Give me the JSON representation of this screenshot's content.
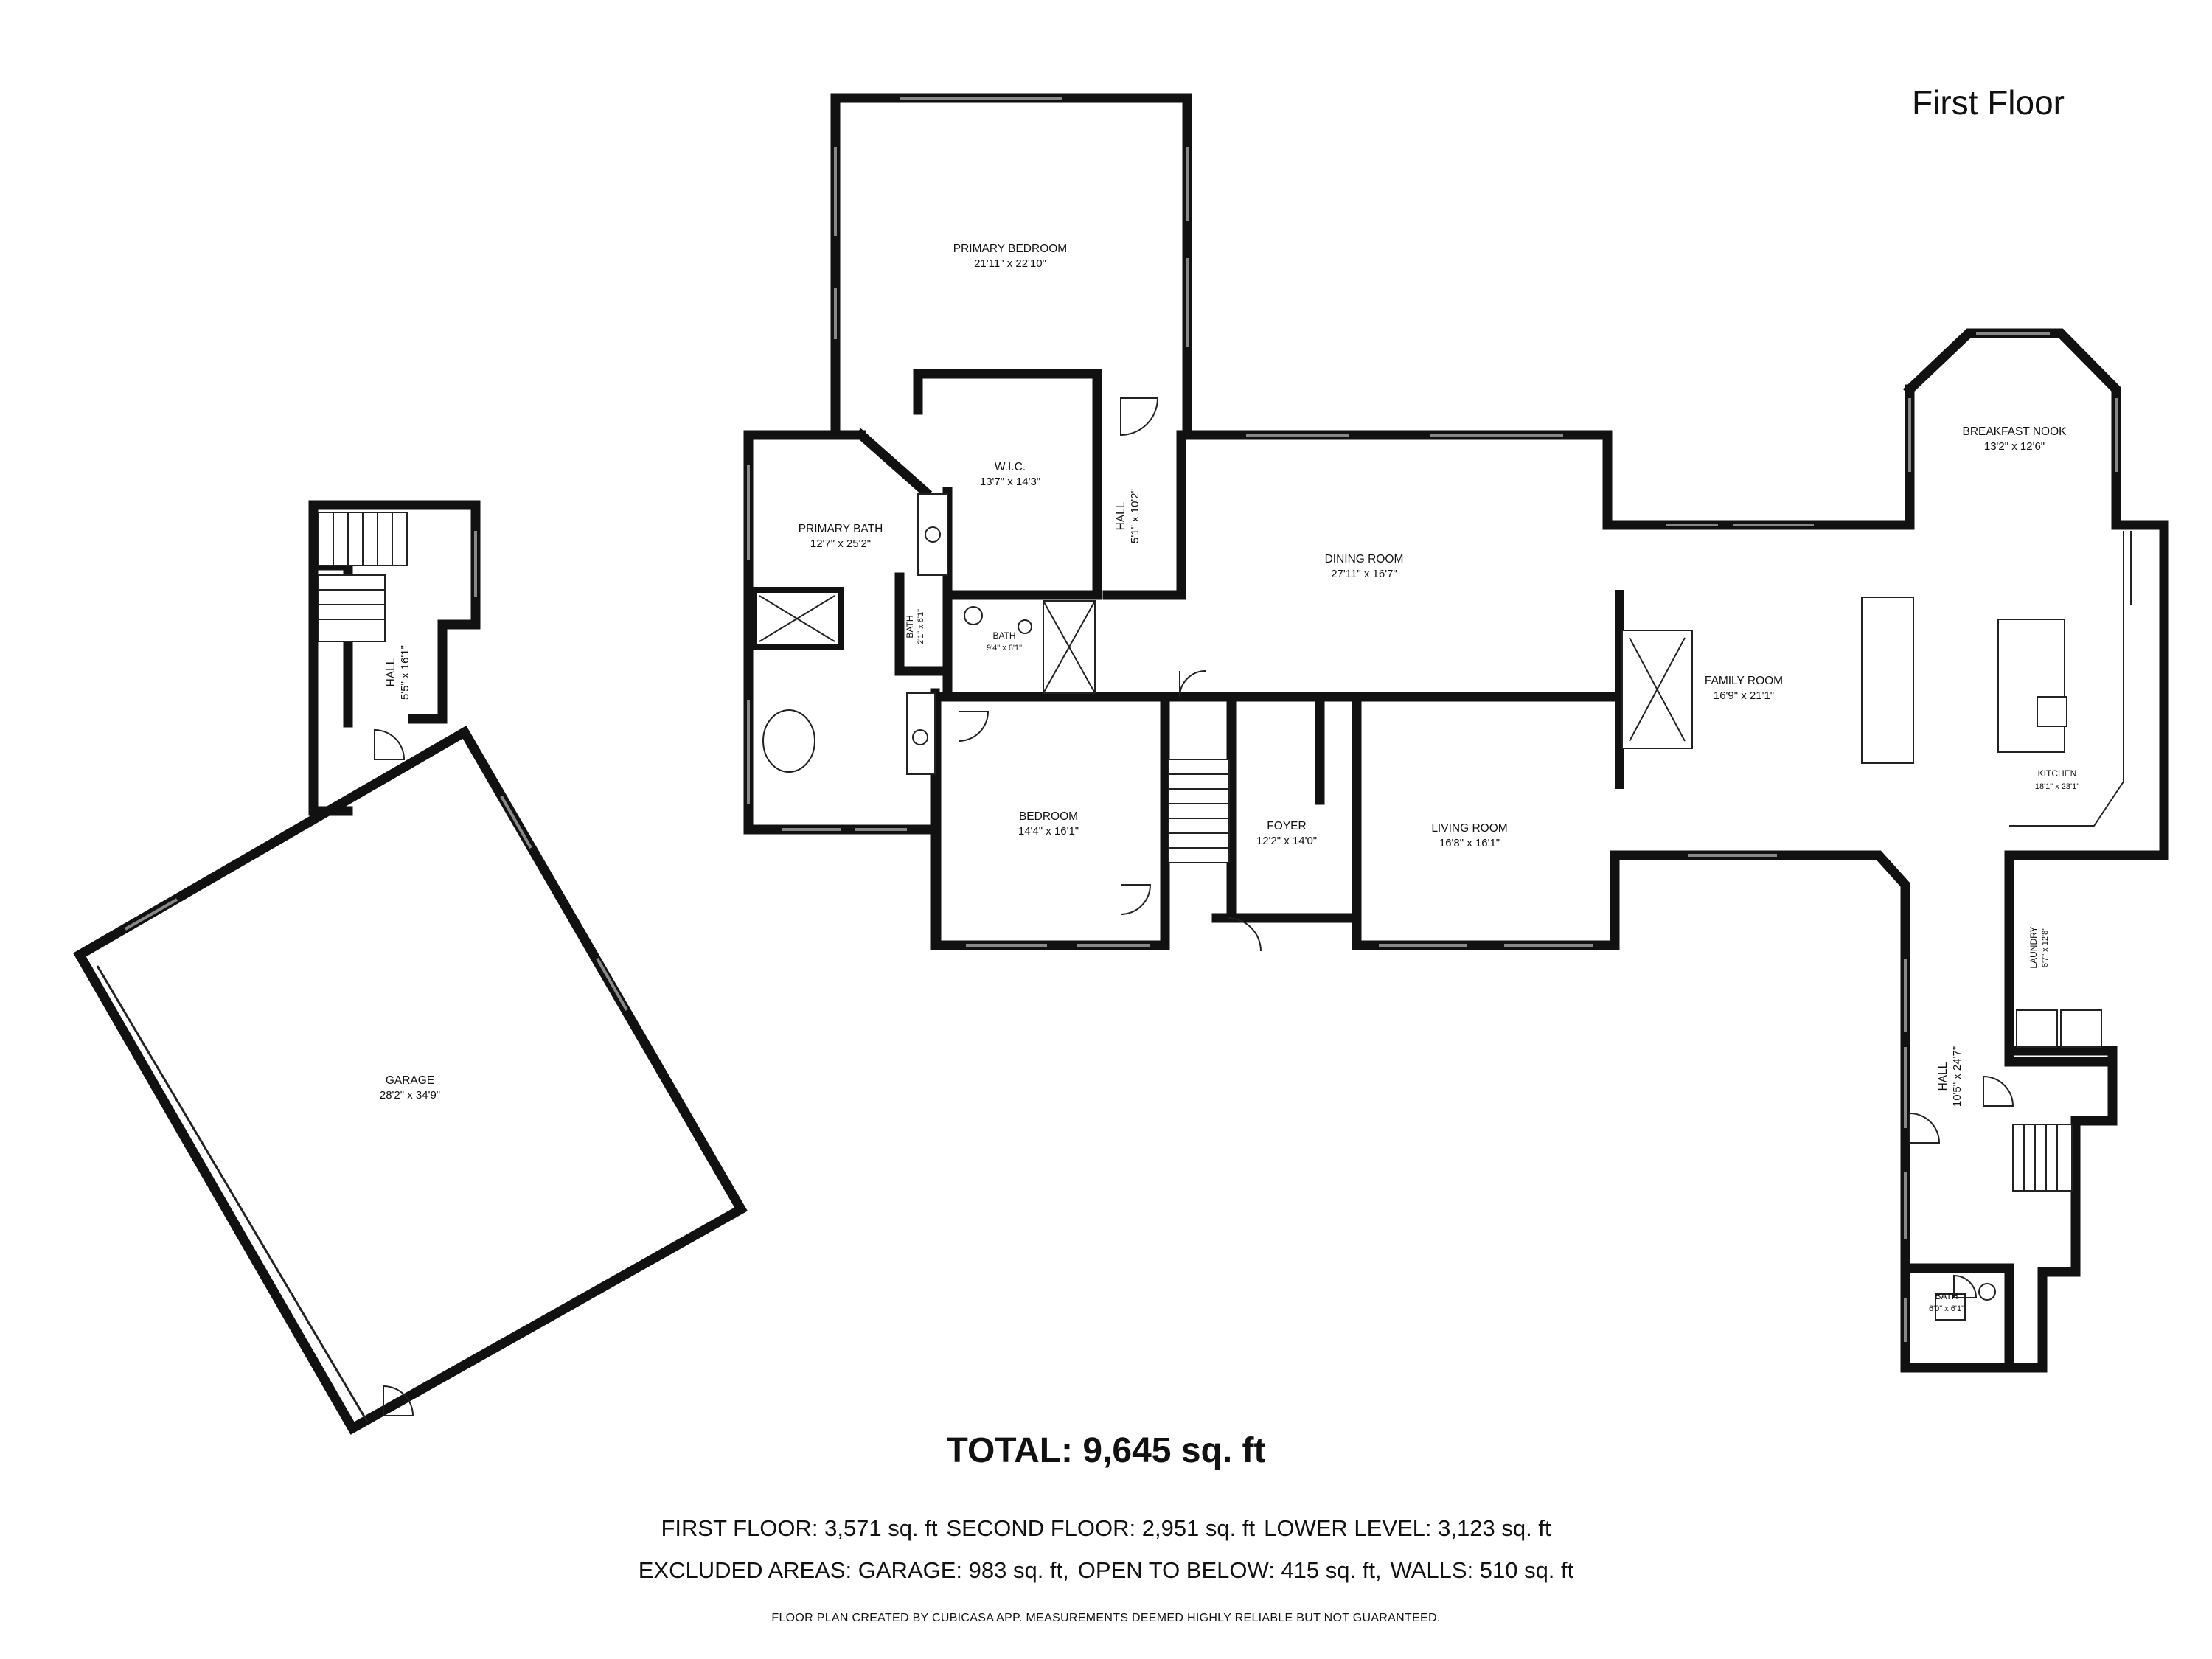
{
  "title": "First Floor",
  "total": "TOTAL: 9,645 sq. ft",
  "area_lines": [
    [
      "FIRST FLOOR: 3,571 sq. ft",
      "SECOND FLOOR: 2,951 sq. ft",
      "LOWER LEVEL: 3,123 sq. ft"
    ],
    [
      "EXCLUDED AREAS: GARAGE: 983 sq. ft,",
      "OPEN TO BELOW: 415 sq. ft,",
      "WALLS: 510 sq. ft"
    ]
  ],
  "disclaimer": "FLOOR PLAN CREATED BY CUBICASA APP. MEASUREMENTS DEEMED HIGHLY RELIABLE BUT NOT GUARANTEED.",
  "rooms": {
    "primary_bedroom": {
      "name": "PRIMARY BEDROOM",
      "dim": "21'11\" x 22'10\""
    },
    "wic": {
      "name": "W.I.C.",
      "dim": "13'7\" x 14'3\""
    },
    "hall_upper": {
      "name": "HALL",
      "dim": "5'1\" x 10'2\""
    },
    "primary_bath": {
      "name": "PRIMARY BATH",
      "dim": "12'7\" x 25'2\""
    },
    "bath_small": {
      "name": "BATH",
      "dim": "2'1\" x 6'1\""
    },
    "bath_mid": {
      "name": "BATH",
      "dim": "9'4\" x 6'1\""
    },
    "dining_room": {
      "name": "DINING ROOM",
      "dim": "27'11\" x 16'7\""
    },
    "family_room": {
      "name": "FAMILY ROOM",
      "dim": "16'9\" x 21'1\""
    },
    "breakfast_nook": {
      "name": "BREAKFAST NOOK",
      "dim": "13'2\" x 12'6\""
    },
    "kitchen": {
      "name": "KITCHEN",
      "dim": "18'1\" x 23'1\""
    },
    "bedroom": {
      "name": "BEDROOM",
      "dim": "14'4\" x 16'1\""
    },
    "foyer": {
      "name": "FOYER",
      "dim": "12'2\" x 14'0\""
    },
    "living_room": {
      "name": "LIVING ROOM",
      "dim": "16'8\" x 16'1\""
    },
    "laundry": {
      "name": "LAUNDRY",
      "dim": "6'7\" x 12'8\""
    },
    "hall_east": {
      "name": "HALL",
      "dim": "10'5\" x 24'7\""
    },
    "bath_east": {
      "name": "BATH",
      "dim": "6'0\" x 6'1\""
    },
    "hall_west": {
      "name": "HALL",
      "dim": "5'5\" x 16'1\""
    },
    "garage": {
      "name": "GARAGE",
      "dim": "28'2\" x 34'9\""
    }
  }
}
